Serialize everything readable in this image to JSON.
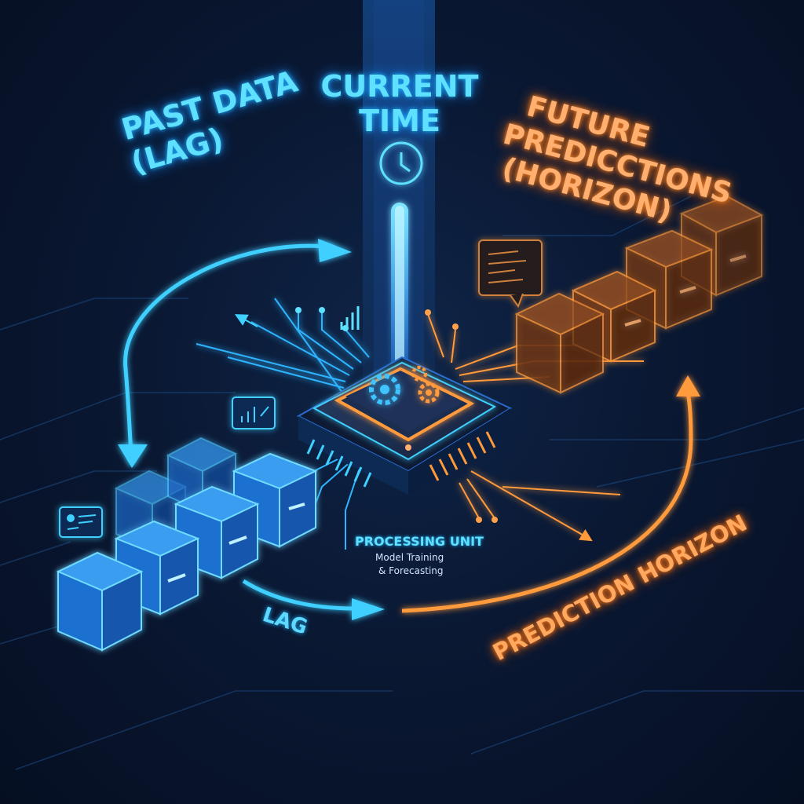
{
  "labels": {
    "past_data_line1": "PAST DATA",
    "past_data_line2": "(LAG)",
    "current_line1": "CURRENT",
    "current_line2": "TIME",
    "future_line1": "FUTURE",
    "future_line2": "PREDICCTIONS",
    "future_line3": "(HORIZON)",
    "lag": "LAG",
    "prediction_horizon": "PREDICTION HORIZON",
    "processing_unit": "PROCESSING UNIT",
    "processing_sub1": "Model Training",
    "processing_sub2": "& Forecasting"
  },
  "colors": {
    "past_accent": "#39c6ff",
    "future_accent": "#ff9a3c",
    "background": "#0a1833"
  },
  "icons": [
    "clock-icon",
    "gears-icon",
    "bar-chart-icon",
    "list-card-icon",
    "code-card-icon"
  ]
}
